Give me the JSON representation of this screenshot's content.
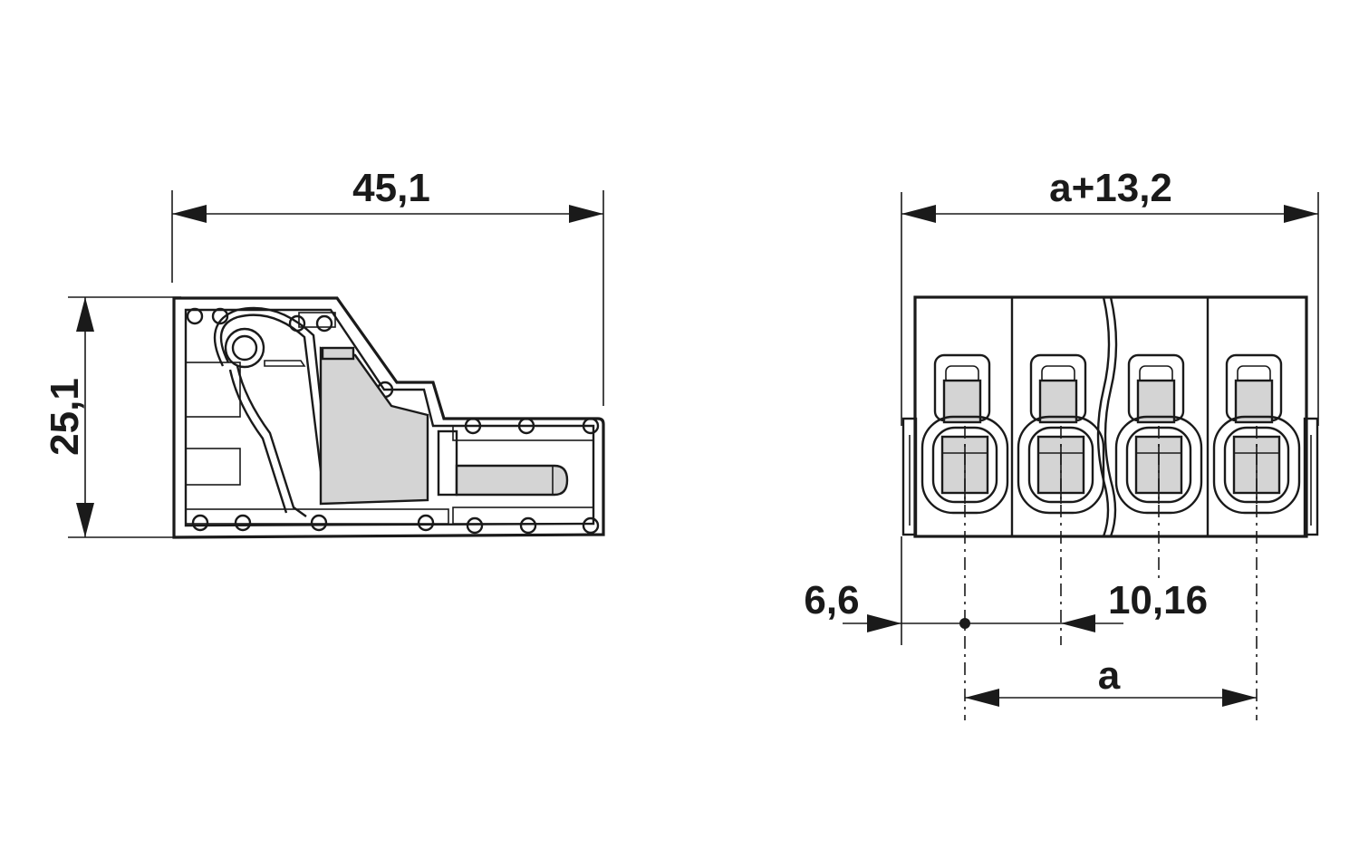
{
  "side_view": {
    "width_dim": "45,1",
    "height_dim": "25,1"
  },
  "front_view": {
    "overall_width_dim": "a+13,2",
    "edge_offset_dim": "6,6",
    "pitch_dim": "10,16",
    "span_dim": "a",
    "positions": 4
  }
}
